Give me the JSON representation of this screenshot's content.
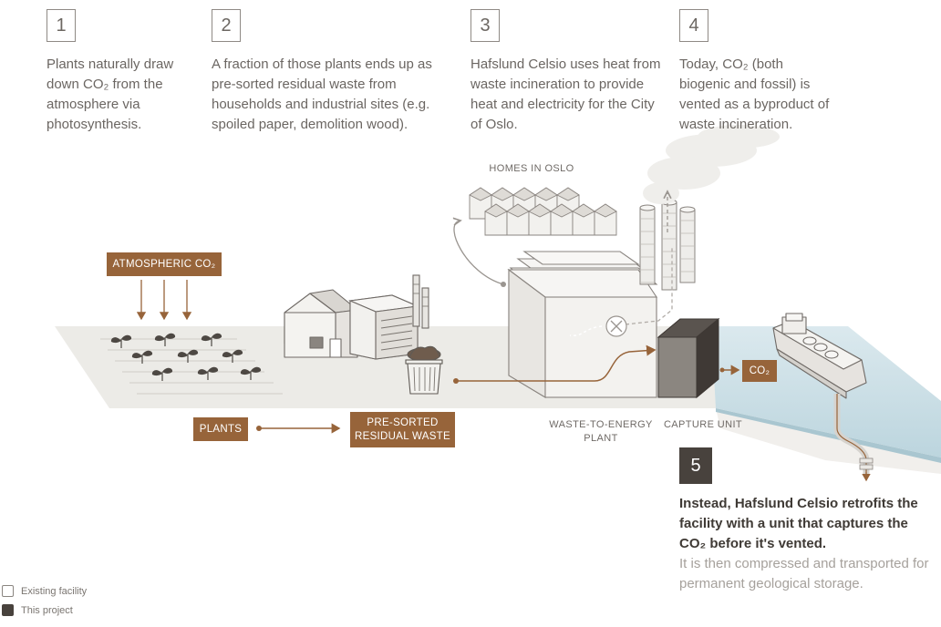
{
  "steps": [
    {
      "number": "1",
      "text": "Plants naturally draw down CO₂ from the atmosphere via photosynthesis."
    },
    {
      "number": "2",
      "text": "A fraction of those plants ends up as pre-sorted residual waste from households and industrial sites (e.g. spoiled paper, demolition wood)."
    },
    {
      "number": "3",
      "text": "Hafslund Celsio uses heat from waste incineration to provide heat and electricity for the City of Oslo."
    },
    {
      "number": "4",
      "text": "Today, CO₂ (both biogenic and fossil) is vented as a byproduct of waste incineration."
    }
  ],
  "step5": {
    "number": "5",
    "strong_text": "Instead, Hafslund Celsio retrofits the facility with a unit that captures the CO₂ before it's vented.",
    "light_text": "It is then compressed and transported for permanent geological storage."
  },
  "labels": {
    "atmospheric_co2": "ATMOSPHERIC CO₂",
    "plants": "PLANTS",
    "residual_waste": "PRE-SORTED RESIDUAL WASTE",
    "co2": "CO₂",
    "homes": "HOMES IN OSLO",
    "wte_plant": "WASTE-TO-ENERGY PLANT",
    "capture_unit": "CAPTURE UNIT"
  },
  "legend": [
    {
      "label": "Existing facility",
      "color": "#ffffff"
    },
    {
      "label": "This project",
      "color": "#48423d"
    }
  ],
  "colors": {
    "accent": "#97643a",
    "ground": "#ecebe7",
    "water": "#cfe0e6",
    "dark": "#48423d"
  }
}
